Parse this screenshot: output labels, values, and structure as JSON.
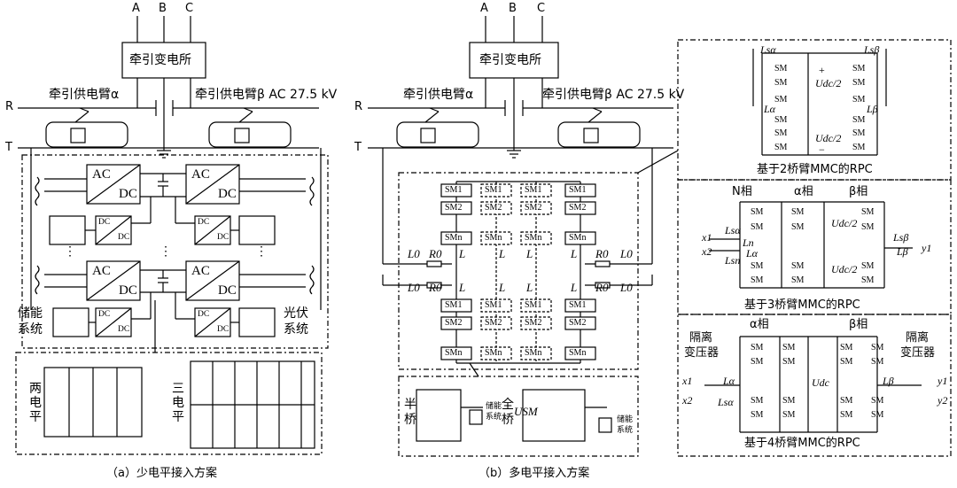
{
  "phases": [
    "A",
    "B",
    "C"
  ],
  "substation": "牵引变电所",
  "arm_alpha": "牵引供电臂α",
  "arm_beta": "牵引供电臂β AC 27.5 kV",
  "rail_R": "R",
  "rail_T": "T",
  "conv_ac": "AC",
  "conv_dc": "DC",
  "dots": "⋮",
  "storage_left": [
    "储能",
    "系统"
  ],
  "pv_right": [
    "光伏",
    "系统"
  ],
  "two_level": [
    "两",
    "电",
    "平"
  ],
  "three_level": [
    "三",
    "电",
    "平"
  ],
  "caption_a": "（a）少电平接入方案",
  "caption_b": "（b）多电平接入方案",
  "mmc_cells": [
    "SM1",
    "SM2",
    "SMn"
  ],
  "inductor_L0": "L0",
  "resistor_R0": "R0",
  "inductor_L": "L",
  "half_bridge": [
    "半",
    "桥"
  ],
  "full_bridge": [
    "全",
    "桥"
  ],
  "usm": "USM",
  "storage_small": [
    "储能",
    "系统"
  ],
  "sm": "SM",
  "rpc2_caption": "基于2桥臂MMC的RPC",
  "rpc3_caption": "基于3桥臂MMC的RPC",
  "rpc4_caption": "基于4桥臂MMC的RPC",
  "rpc2": {
    "lsa": "Lsα",
    "lsb": "Lsβ",
    "la": "Lα",
    "lb": "Lβ",
    "udc": "Udc/2",
    "plus": "+",
    "minus": "−"
  },
  "rpc3": {
    "n": "N相",
    "a": "α相",
    "b": "β相",
    "x1": "x1",
    "x2": "x2",
    "lsa": "Lsα",
    "lsn": "Lsn",
    "ln": "Ln",
    "la": "Lα",
    "udc": "Udc/2",
    "lsb": "Lsβ",
    "lb": "Lβ",
    "y1": "y1"
  },
  "rpc4": {
    "a": "α相",
    "b": "β相",
    "iso_left": [
      "隔离",
      "变压器"
    ],
    "iso_right": [
      "隔离",
      "变压器"
    ],
    "x1": "x1",
    "x2": "x2",
    "la": "Lα",
    "lsa": "Lsα",
    "udc": "Udc",
    "lb": "Lβ",
    "y1": "y1",
    "y2": "y2"
  }
}
